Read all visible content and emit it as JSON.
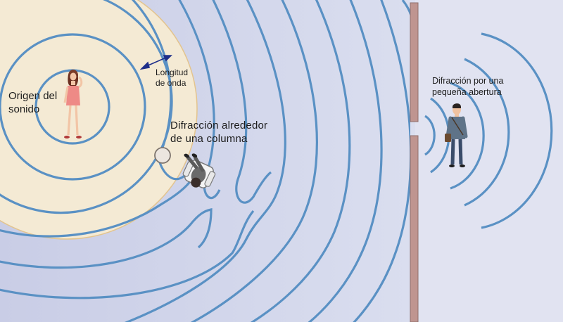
{
  "labels": {
    "origin": "Origen del\nsonido",
    "wavelength": "Longitud\nde onda",
    "column": "Difracción alrededor\nde una columna",
    "aperture": "Difracción por una\npequeña abertura"
  },
  "colors": {
    "background_left": "#ccd0e8",
    "background_right": "#e1e3f1",
    "source_zone": "#f4ead4",
    "source_zone_edge": "#e3c48e",
    "wavefront": "#5a91c4",
    "wall": "#bf9590",
    "wall_edge": "#8f6f6b",
    "arrow": "#1f2f8a"
  },
  "icons": [
    "woman-figure-icon",
    "column-icon",
    "seated-person-icon",
    "man-figure-icon"
  ]
}
